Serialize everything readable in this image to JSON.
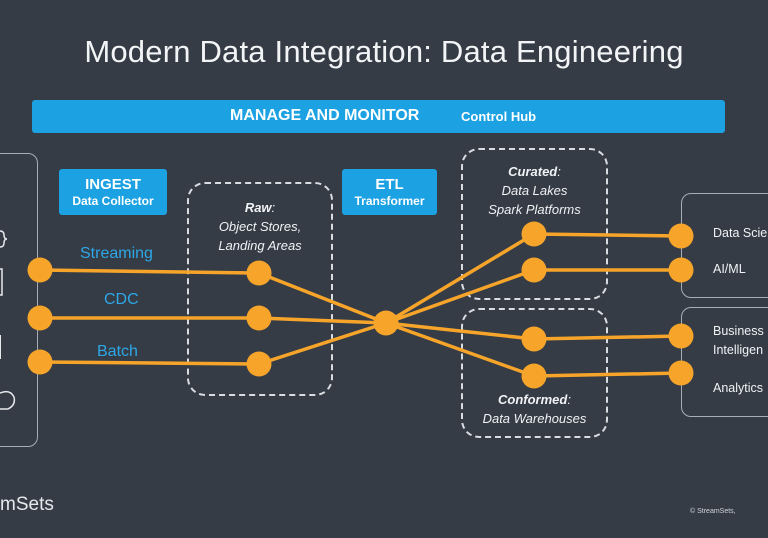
{
  "title": "Modern Data Integration: Data Engineering",
  "manage": {
    "label": "MANAGE AND MONITOR",
    "product": "Control Hub"
  },
  "ingest": {
    "label": "INGEST",
    "product": "Data Collector"
  },
  "etl": {
    "label": "ETL",
    "product": "Transformer"
  },
  "raw": {
    "heading": "Raw",
    "line1": "Object Stores,",
    "line2": "Landing Areas"
  },
  "curated": {
    "heading": "Curated",
    "line1": "Data Lakes",
    "line2": "Spark Platforms"
  },
  "conformed": {
    "heading": "Conformed",
    "line1": "Data Warehouses"
  },
  "flows": {
    "streaming": "Streaming",
    "cdc": "CDC",
    "batch": "Batch"
  },
  "destinations": {
    "data_science": "Data Scie",
    "aiml": "AI/ML",
    "bi_line1": "Business",
    "bi_line2": "Intelligen",
    "analytics": "Analytics"
  },
  "logo": "mSets",
  "copyright": "© StreamSets,",
  "colors": {
    "accent": "#1ca1e2",
    "pipeline": "#f7a52a",
    "background": "#353c46"
  }
}
